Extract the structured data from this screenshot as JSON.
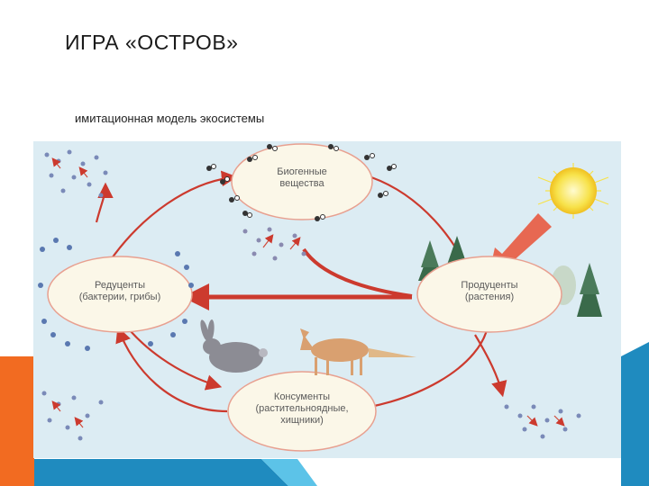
{
  "slide": {
    "title": "ИГРА «ОСТРОВ»",
    "subtitle": "имитационная модель экосистемы"
  },
  "diagram": {
    "nodes": {
      "biogenic": {
        "line1": "Биогенные",
        "line2": "вещества"
      },
      "reducers": {
        "line1": "Редуценты",
        "line2": "(бактерии, грибы)"
      },
      "producers": {
        "line1": "Продуценты",
        "line2": "(растения)"
      },
      "consumers": {
        "line1": "Консументы",
        "line2": "(растительноядные,",
        "line3": "хищники)"
      }
    },
    "icons": [
      "sun-icon",
      "tree-icon",
      "rabbit-icon",
      "fox-icon"
    ],
    "colors": {
      "background": "#dcecf3",
      "node_fill": "#fbf7e8",
      "node_stroke": "#e8a090",
      "arrow": "#cc3a2e",
      "sun": "#f7e24a",
      "accent_orange": "#f26b21",
      "accent_blue": "#1f8bbf"
    }
  }
}
